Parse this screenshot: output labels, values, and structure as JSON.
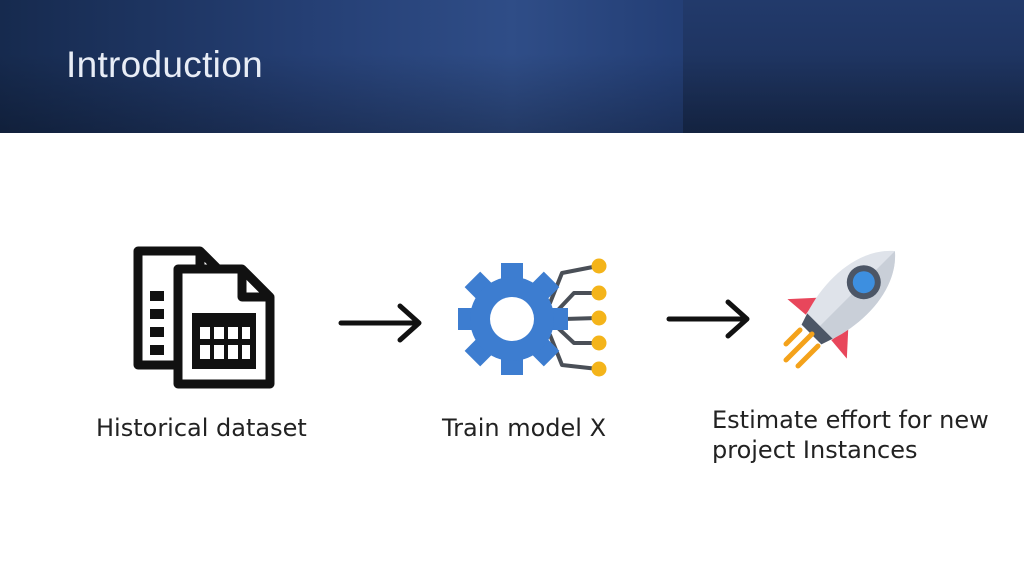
{
  "header": {
    "title": "Introduction"
  },
  "diagram": {
    "steps": [
      {
        "label": "Historical dataset",
        "icon": "documents-spreadsheet-icon"
      },
      {
        "label": "Train model X",
        "icon": "gear-network-icon"
      },
      {
        "label": "Estimate effort for new project Instances",
        "icon": "rocket-icon"
      }
    ],
    "connectors": [
      "arrow-right-icon",
      "arrow-right-icon"
    ],
    "colors": {
      "header": "#253f74",
      "gear": "#3d7dd0",
      "nodes": "#f4b41a",
      "rocket_fin": "#e8465b"
    }
  }
}
